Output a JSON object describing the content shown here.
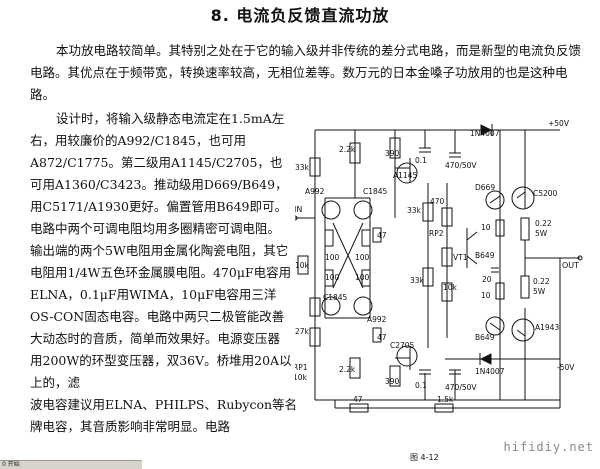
{
  "document": {
    "title": "8. 电流负反馈直流功放",
    "paragraph1": "本功放电路较简单。其特别之处在于它的输入级并非传统的差分式电路，而是新型的电流负反馈电路。其优点在于频带宽，转换速率较高，无相位差等。数万元的日本金嗓子功放用的也是这种电路。",
    "paragraph2": "设计时，将输入级静态电流定在1.5mA左右，用较廉价的A992/C1845，也可用A872/C1775。第二级用A1145/C2705，也可用A1360/C3423。推动级用D669/B649，用C5171/A1930更好。偏置管用B649即可。电路中两个可调电阻均用多圈精密可调电阻。输出端的两个5W电阻用金属化陶瓷电阻，其它电阻用1/4W五色环金属膜电阻。470μF电容用ELNA，0.1μF用WIMA，10μF电容用三洋OS-CON固态电容。电路中两只二极管能改善大动态时的音质，简单而效果好。电源变压器用200W的环型变压器，双36V。桥堆用20A以上的，滤",
    "paragraph3": "波电容建议用ELNA、PHILPS、Rubycon等名牌电容，其音质影响非常明显。电路",
    "figure_caption": "图 4-12",
    "watermark": "hifidiy.net",
    "taskbar_text": "0 开始"
  },
  "schematic": {
    "labels": {
      "vplus": "+50V",
      "vminus": "-50V",
      "input": "IN",
      "output": "OUT",
      "a992_top": "A992",
      "c1845_top": "C1845",
      "c1845_bottom": "C1845",
      "a992_bottom": "A992",
      "a1145": "A1145",
      "c2705": "C2705",
      "d669": "D669",
      "b649_drv": "B649",
      "c5200": "C5200",
      "a1943": "A1943",
      "vt1": "VT1",
      "b649_bias": "B649",
      "d1": "1N4007",
      "d2": "1N4007",
      "rp1": "RP1",
      "rp2": "RP2",
      "r33k_a": "33k",
      "r2k2_a": "2.2k",
      "r390_a": "390",
      "c01_a": "0.1",
      "c470_a": "470/50V",
      "r100_a": "100",
      "r100_b": "100",
      "r100_c": "100",
      "r100_d": "100",
      "r10k_in": "10k",
      "r33k_b": "33k",
      "r470": "470",
      "r10k_rp2": "10k",
      "r47_a": "47",
      "r47_b": "47",
      "r33k_c": "33k",
      "r10_a": "10",
      "r10_b": "10",
      "r022_a": "0.22",
      "r5w_a": "5W",
      "r022_b": "0.22",
      "r5w_b": "5W",
      "r27k": "27k",
      "r10k_rp1": "10k",
      "r2k2_b": "2.2k",
      "r390_b": "390",
      "c01_b": "0.1",
      "c470_b": "470/50V",
      "r47_fb": "47",
      "r1k5": "1.5k",
      "r20": "20"
    }
  }
}
